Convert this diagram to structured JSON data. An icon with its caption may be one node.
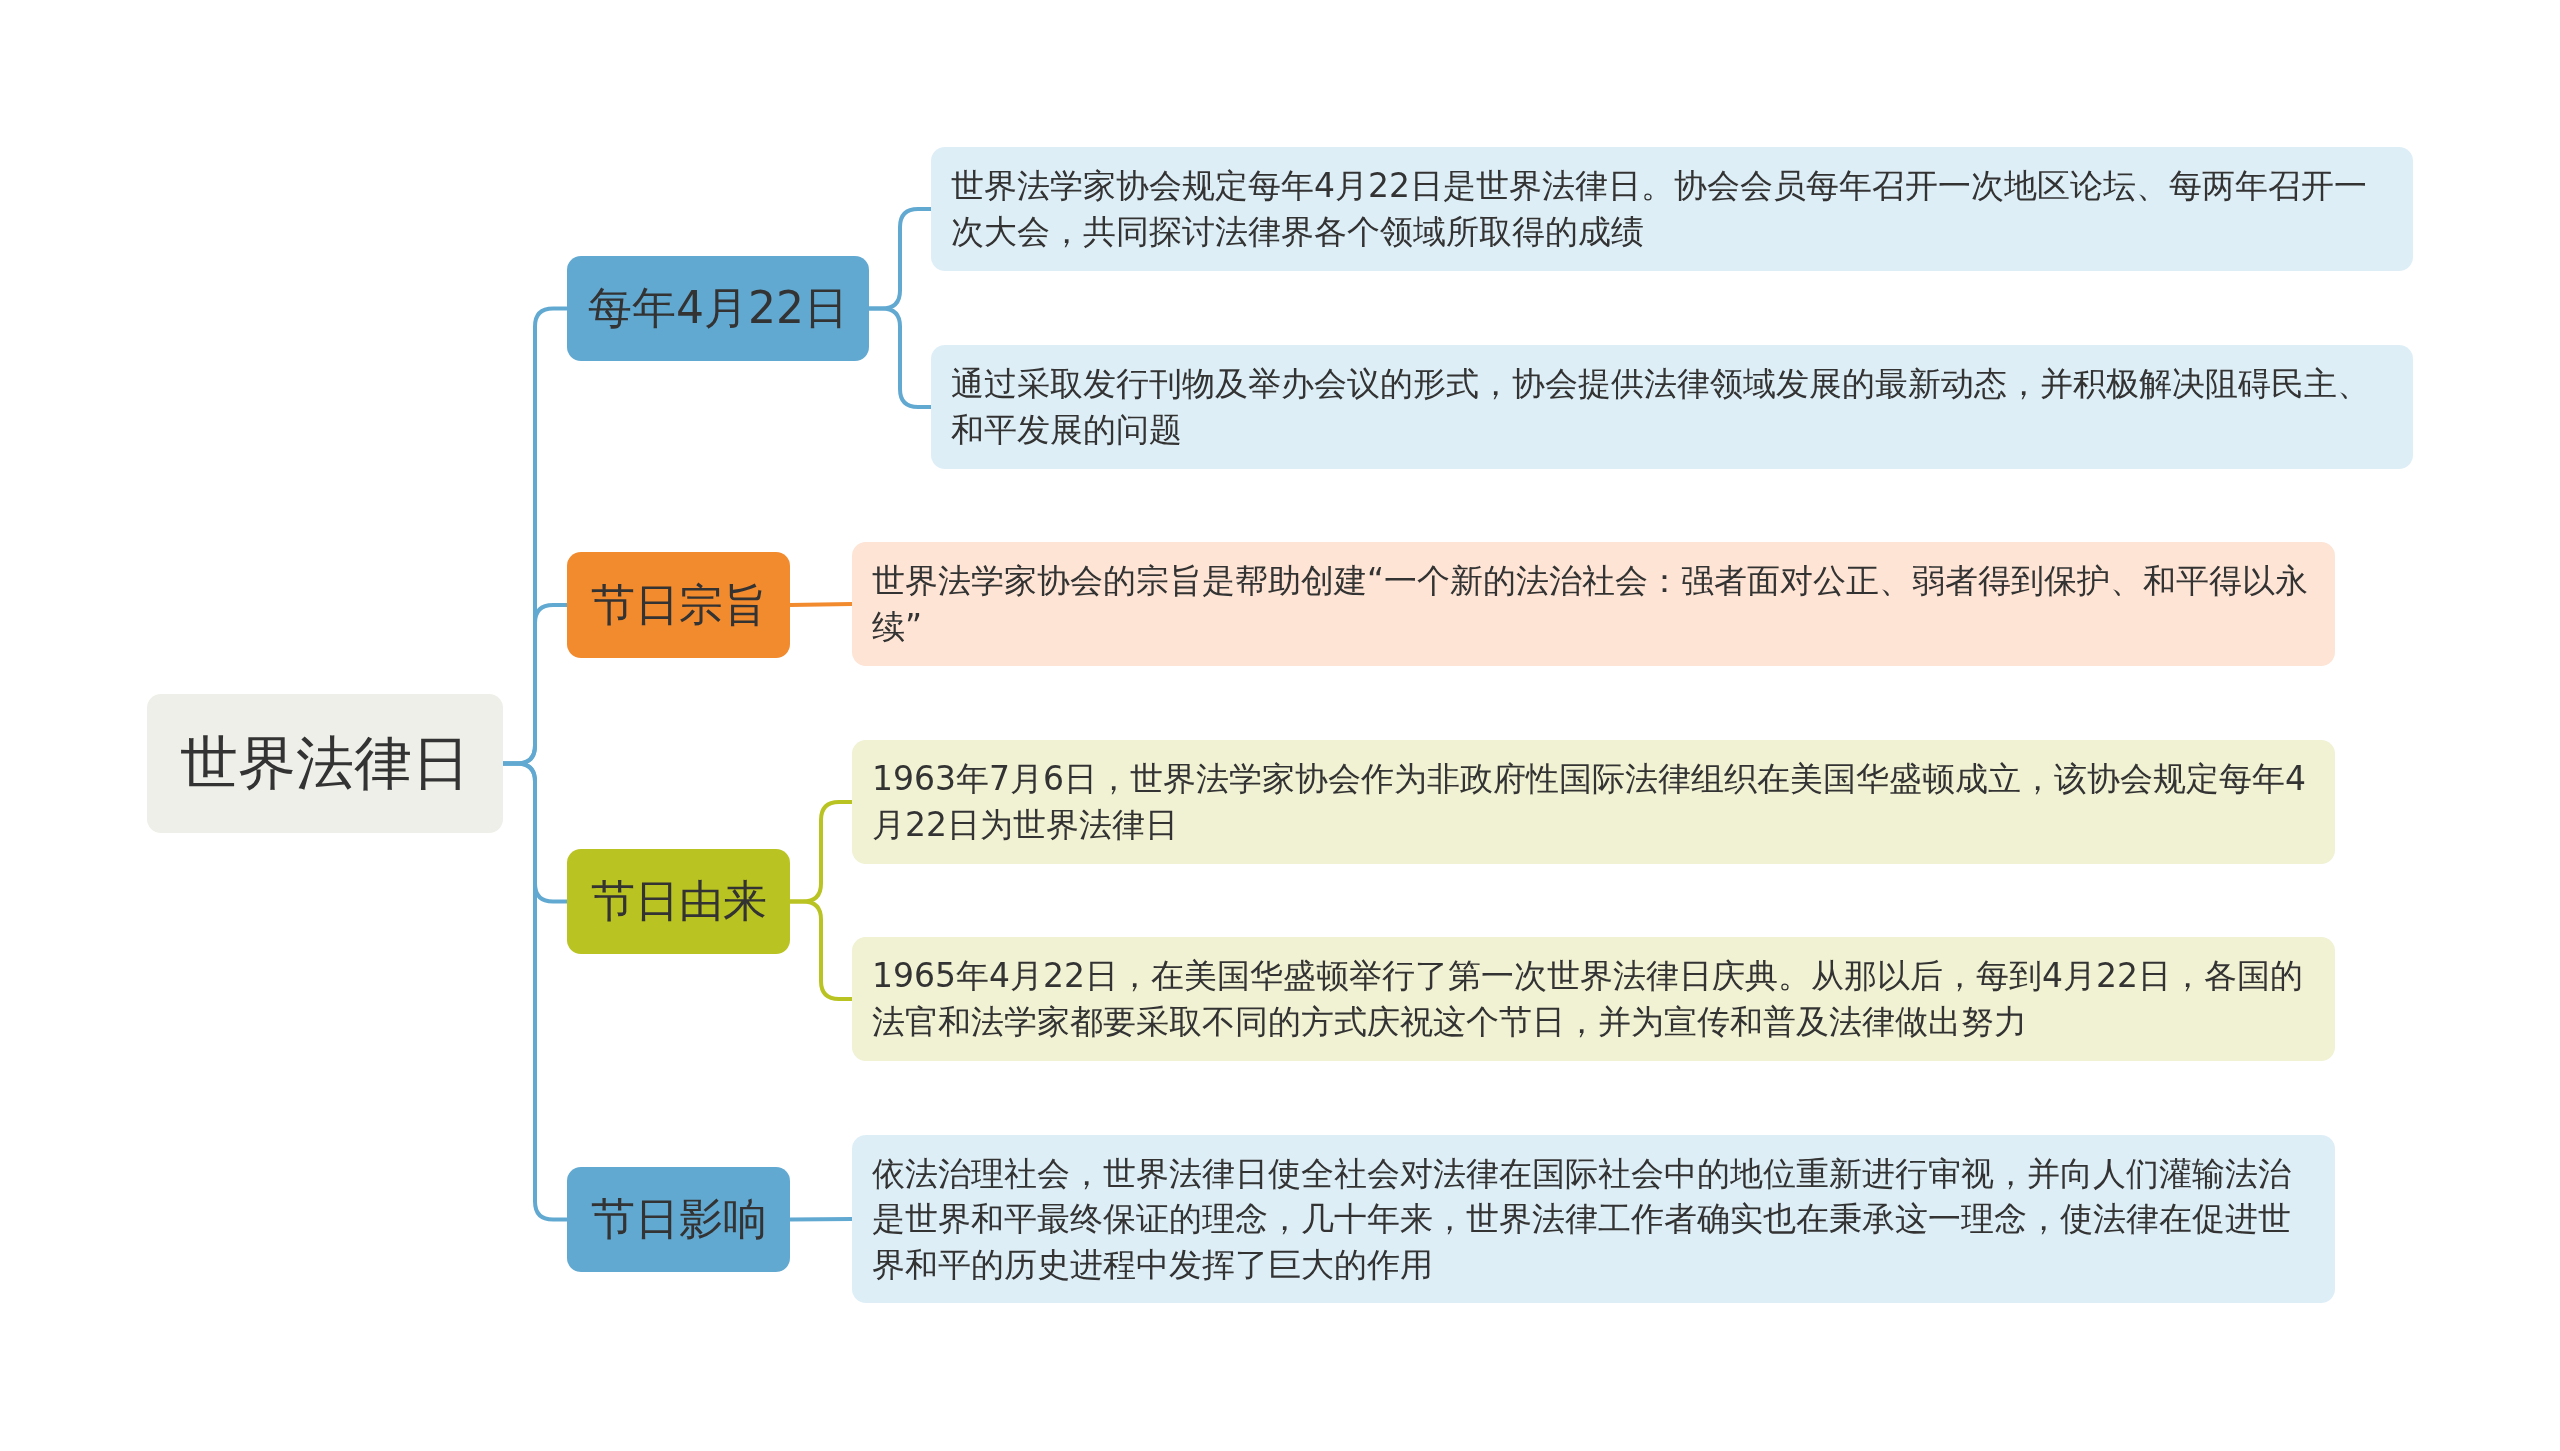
{
  "diagram": {
    "nodes": [
      {
        "text": [
          "世界法律日"
        ]
      },
      {
        "text": [
          "每年4月22日"
        ]
      },
      {
        "text": [
          "节日宗旨"
        ]
      },
      {
        "text": [
          "节日由来"
        ]
      },
      {
        "text": [
          "节日影响"
        ]
      },
      {
        "text": [
          "世界法学家协会规定每年4月22日是世界法律日。协会会员每年召开一次地区论坛、每两年召开一次大会，共同探讨法律界各个领域所取得的成绩"
        ]
      },
      {
        "text": [
          "通过采取发行刊物及举办会议的形式，协会提供法律领域发展的最新动态，并积极解决阻碍民主、和平发展的问题"
        ]
      },
      {
        "text": [
          "世界法学家协会的宗旨是帮助创建“一个新的法治社会：强者面对公正、弱者得到保护、和平得以永续”"
        ]
      },
      {
        "text": [
          "1963年7月6日，世界法学家协会作为非政府性国际法律组织在美国华盛顿成立，该协会规定每年4月22日为世界法律日"
        ]
      },
      {
        "text": [
          "1965年4月22日，在美国华盛顿举行了第一次世界法律日庆典。从那以后，每到4月22日，各国的法官和法学家都要采取不同的方式庆祝这个节日，并为宣传和普及法律做出努力"
        ]
      },
      {
        "text": [
          "依法治理社会，世界法律日使全社会对法律在国际社会中的地位重新进行审视，并向人们灌输法治是世界和平最终保证的理念，几十年来，世界法律工作者确实也在秉承这一理念，使法律在促进世界和平的历史进程中发挥了巨大的作用"
        ]
      }
    ],
    "edges": [
      {
        "from": 0,
        "to": 1,
        "arrow": "none"
      },
      {
        "from": 0,
        "to": 2,
        "arrow": "none"
      },
      {
        "from": 0,
        "to": 3,
        "arrow": "none"
      },
      {
        "from": 0,
        "to": 4,
        "arrow": "none"
      },
      {
        "from": 1,
        "to": 5,
        "arrow": "none"
      },
      {
        "from": 1,
        "to": 6,
        "arrow": "none"
      },
      {
        "from": 2,
        "to": 7,
        "arrow": "none",
        "color": "#f28a2e"
      },
      {
        "from": 3,
        "to": 8,
        "arrow": "none",
        "color": "#b9c321"
      },
      {
        "from": 3,
        "to": 9,
        "arrow": "none",
        "color": "#b9c321"
      },
      {
        "from": 4,
        "to": 10,
        "arrow": "none"
      }
    ]
  }
}
